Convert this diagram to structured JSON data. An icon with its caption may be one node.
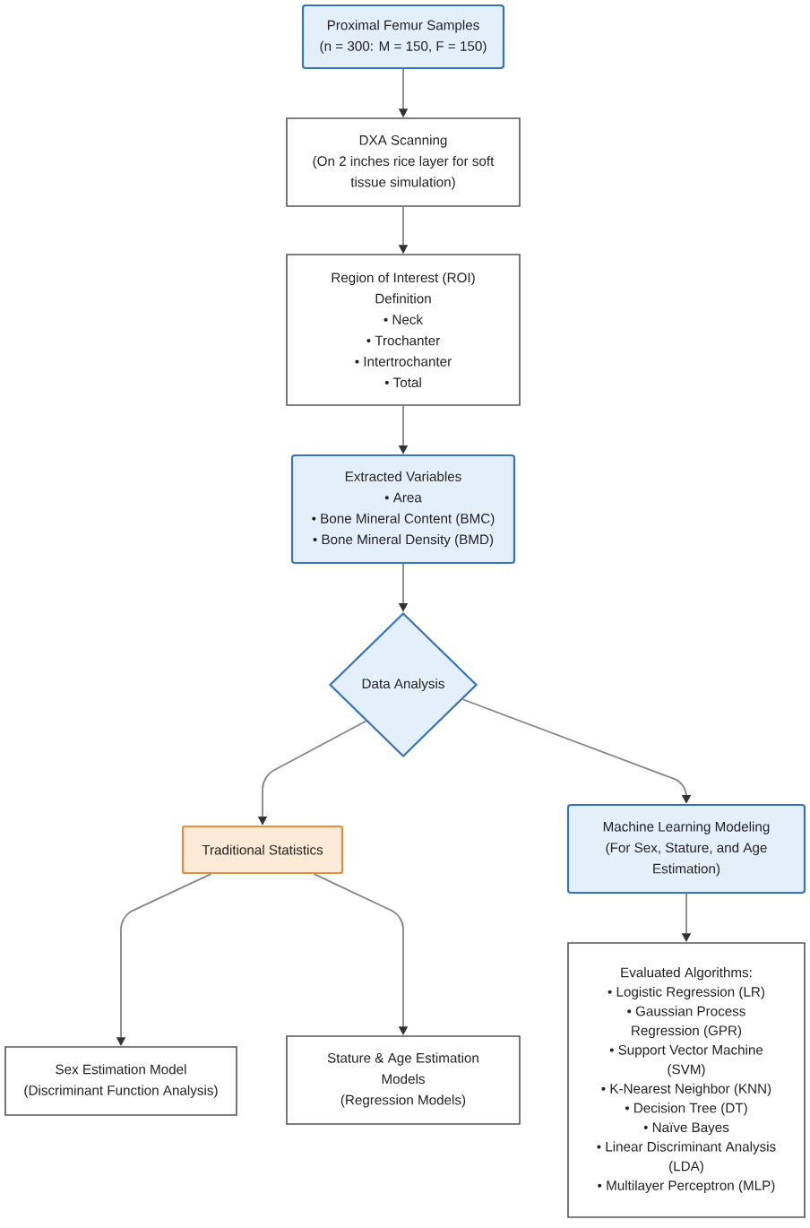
{
  "diagram": {
    "nodes": [
      {
        "text": [
          "Proximal Femur Samples",
          "(n = 300: M = 150, F = 150)"
        ]
      },
      {
        "text": [
          "DXA Scanning",
          "(On 2 inches rice layer for soft tissue simulation)"
        ]
      },
      {
        "text": [
          "Region of Interest (ROI) Definition",
          "• Neck",
          "• Trochanter",
          "• Intertrochanter",
          "• Total"
        ]
      },
      {
        "text": [
          "Extracted Variables",
          "• Area",
          "• Bone Mineral Content (BMC)",
          "• Bone Mineral Density (BMD)"
        ]
      },
      {
        "text": [
          "Data Analysis"
        ]
      },
      {
        "text": [
          "Traditional Statistics"
        ]
      },
      {
        "text": [
          "Machine Learning Modeling",
          "(For Sex, Stature, and Age Estimation)"
        ]
      },
      {
        "text": [
          "Evaluated Algorithms:",
          "• Logistic Regression (LR)",
          "• Gaussian Process Regression (GPR)",
          "• Support Vector Machine (SVM)",
          "• K-Nearest Neighbor (KNN)",
          "• Decision Tree (DT)",
          "• Naïve Bayes",
          "• Linear Discriminant Analysis (LDA)",
          "• Multilayer Perceptron (MLP)"
        ]
      },
      {
        "text": [
          "Sex Estimation Model",
          "(Discriminant Function Analysis)"
        ]
      },
      {
        "text": [
          "Stature & Age Estimation Models",
          "(Regression Models)"
        ]
      }
    ],
    "edges": [
      {
        "from": 0,
        "to": 1,
        "arrow": "to"
      },
      {
        "from": 1,
        "to": 2,
        "arrow": "to"
      },
      {
        "from": 2,
        "to": 3,
        "arrow": "to"
      },
      {
        "from": 3,
        "to": 4,
        "arrow": "to"
      },
      {
        "from": 4,
        "to": 5,
        "arrow": "to"
      },
      {
        "from": 4,
        "to": 6,
        "arrow": "to"
      },
      {
        "from": 6,
        "to": 7,
        "arrow": "to"
      },
      {
        "from": 5,
        "to": 8,
        "arrow": "to"
      },
      {
        "from": 5,
        "to": 9,
        "arrow": "to"
      }
    ]
  }
}
